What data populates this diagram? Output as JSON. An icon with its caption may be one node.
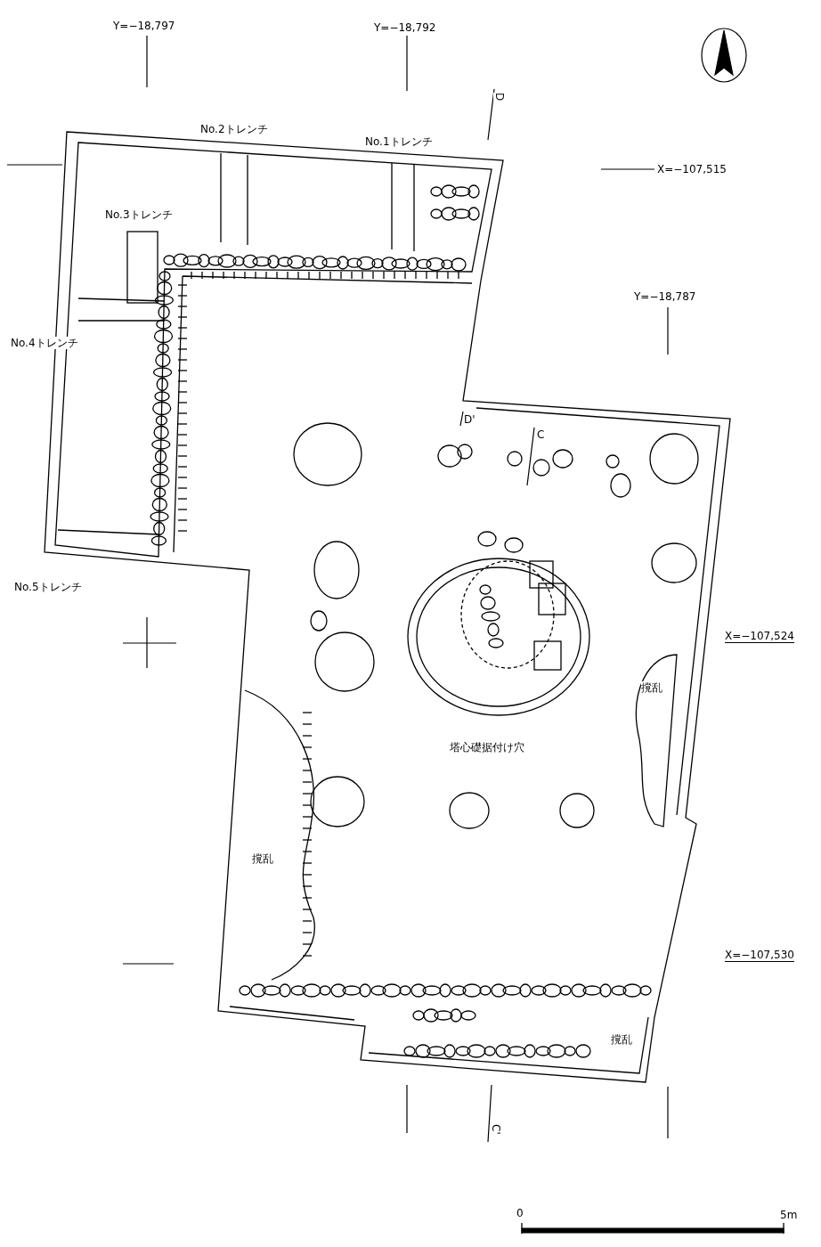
{
  "diagram": {
    "labels": [
      "Y=−18,797",
      "Y=−18,792",
      "D",
      "No.2トレンチ",
      "No.1トレンチ",
      "X=−107,515",
      "No.3トレンチ",
      "Y=−18,787",
      "No.4トレンチ",
      "D'",
      "C",
      "No.5トレンチ",
      "X=−107,524",
      "撹乱",
      "塔心礎据付け穴",
      "撹乱",
      "X=−107,530",
      "撹乱",
      "C'",
      "0",
      "5m"
    ]
  }
}
